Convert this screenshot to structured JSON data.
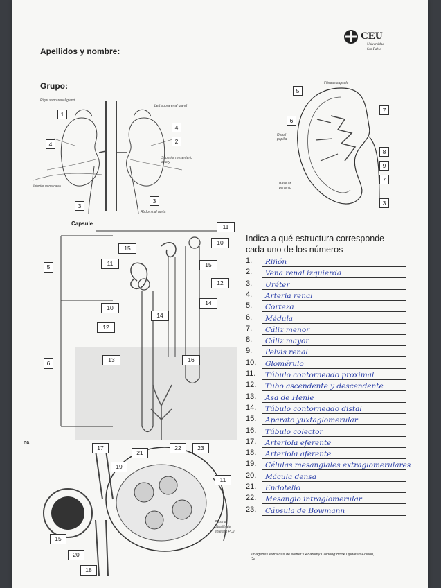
{
  "header": {
    "name_label": "Apellidos y nombre:",
    "group_label": "Grupo:",
    "logo_acronym": "CEU",
    "logo_line1": "Universidad",
    "logo_line2": "San Pablo"
  },
  "figure_kidneys": {
    "labels": [
      "Right suprarenal gland",
      "Left suprarenal gland",
      "Superior mesenteric artery",
      "Inferior vena cava",
      "Abdominal aorta"
    ],
    "boxes": [
      "1",
      "4",
      "4",
      "2",
      "3",
      "3"
    ]
  },
  "figure_section": {
    "labels": [
      "Fibrous capsule",
      "Renal papilla",
      "Base of pyramid"
    ],
    "boxes": [
      "5",
      "6",
      "7",
      "8",
      "9",
      "7",
      "3"
    ]
  },
  "figure_nephron": {
    "capsule_label": "Capsule",
    "boxes": [
      "11",
      "10",
      "15",
      "11",
      "15",
      "12",
      "10",
      "14",
      "14",
      "12",
      "13",
      "16",
      "5",
      "6"
    ]
  },
  "figure_glomerulus": {
    "side_label": "na",
    "boxes": [
      "17",
      "21",
      "22",
      "23",
      "19",
      "11",
      "15",
      "20",
      "18"
    ],
    "caption_lines": [
      "Plasma",
      "ultrafiltrate",
      "entering PCT"
    ]
  },
  "question": {
    "prompt_line1": "Indica a qué estructura corresponde",
    "prompt_line2": "cada uno de los números"
  },
  "answers": [
    {
      "num": "1.",
      "text": "Riñón"
    },
    {
      "num": "2.",
      "text": "Vena renal izquierda"
    },
    {
      "num": "3.",
      "text": "Uréter"
    },
    {
      "num": "4.",
      "text": "Arteria renal"
    },
    {
      "num": "5.",
      "text": "Corteza"
    },
    {
      "num": "6.",
      "text": "Médula"
    },
    {
      "num": "7.",
      "text": "Cáliz menor"
    },
    {
      "num": "8.",
      "text": "Cáliz mayor"
    },
    {
      "num": "9.",
      "text": "Pelvis renal"
    },
    {
      "num": "10.",
      "text": "Glomérulo"
    },
    {
      "num": "11.",
      "text": "Túbulo contorneado proximal"
    },
    {
      "num": "12.",
      "text": "Tubo ascendente y descendente"
    },
    {
      "num": "13.",
      "text": "Asa de Henle"
    },
    {
      "num": "14.",
      "text": "Túbulo contorneado distal"
    },
    {
      "num": "15.",
      "text": "Aparato yuxtaglomerular"
    },
    {
      "num": "16.",
      "text": "Túbulo colector"
    },
    {
      "num": "17.",
      "text": "Arteriola eferente"
    },
    {
      "num": "18.",
      "text": "Arteriola aferente"
    },
    {
      "num": "19.",
      "text": "Células mesangiales extraglomerulares"
    },
    {
      "num": "20.",
      "text": "Mácula densa"
    },
    {
      "num": "21.",
      "text": "Endotelio"
    },
    {
      "num": "22.",
      "text": "Mesangio intraglomerular"
    },
    {
      "num": "23.",
      "text": "Cápsula de Bowmann"
    }
  ],
  "footnote": {
    "line1": "Imágenes extraídas de Netter's Anatomy Coloring Book Updated Edition,",
    "line2": "2e."
  },
  "colors": {
    "handwriting": "#2b3fa8",
    "paper": "#f7f7f5",
    "background": "#3a3d42"
  }
}
